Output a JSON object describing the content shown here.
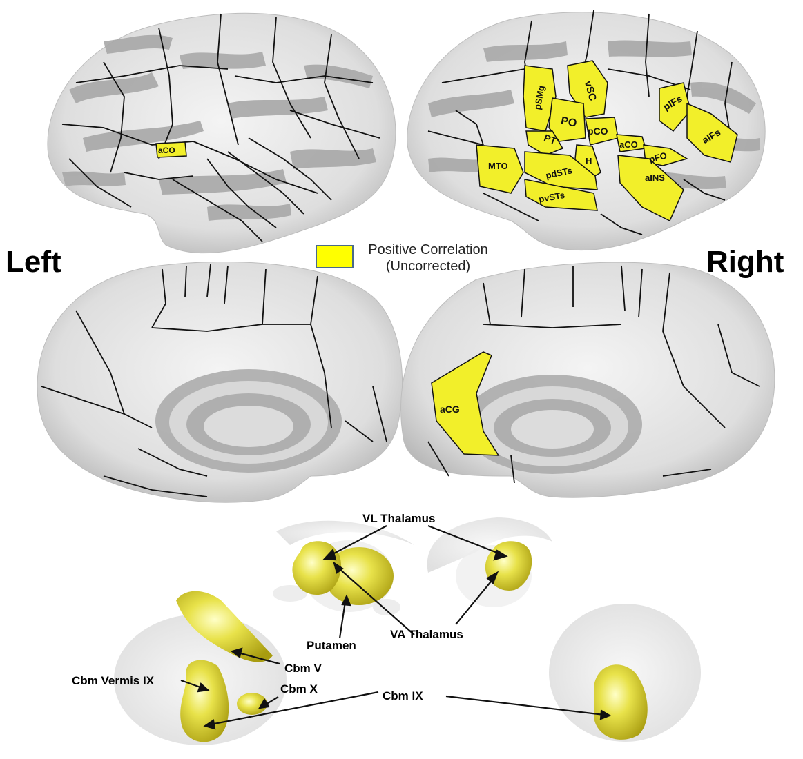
{
  "hemisphere_labels": {
    "left": "Left",
    "right": "Right"
  },
  "legend": {
    "line1": "Positive Correlation",
    "line2": "(Uncorrected)",
    "color": "#ffff00"
  },
  "colors": {
    "highlight": "#f2ef2a",
    "cortex_light": "#eeeeee",
    "cortex_dark": "#a6a6a6",
    "boundary": "#111111"
  },
  "region_labels": {
    "left_lateral": [
      "aCO"
    ],
    "right_lateral": [
      "pSMg",
      "vSC",
      "pIFs",
      "aIFs",
      "PO",
      "pCO",
      "PT",
      "aCO",
      "pFO",
      "H",
      "MTO",
      "pdSTs",
      "aINS",
      "pvSTs"
    ],
    "right_medial": [
      "aCG"
    ]
  },
  "subcortical_labels": {
    "vl_thalamus": "VL Thalamus",
    "va_thalamus": "VA Thalamus",
    "putamen": "Putamen",
    "cbm_v": "Cbm V",
    "cbm_vermis_ix": "Cbm Vermis IX",
    "cbm_x": "Cbm X",
    "cbm_ix": "Cbm IX"
  }
}
